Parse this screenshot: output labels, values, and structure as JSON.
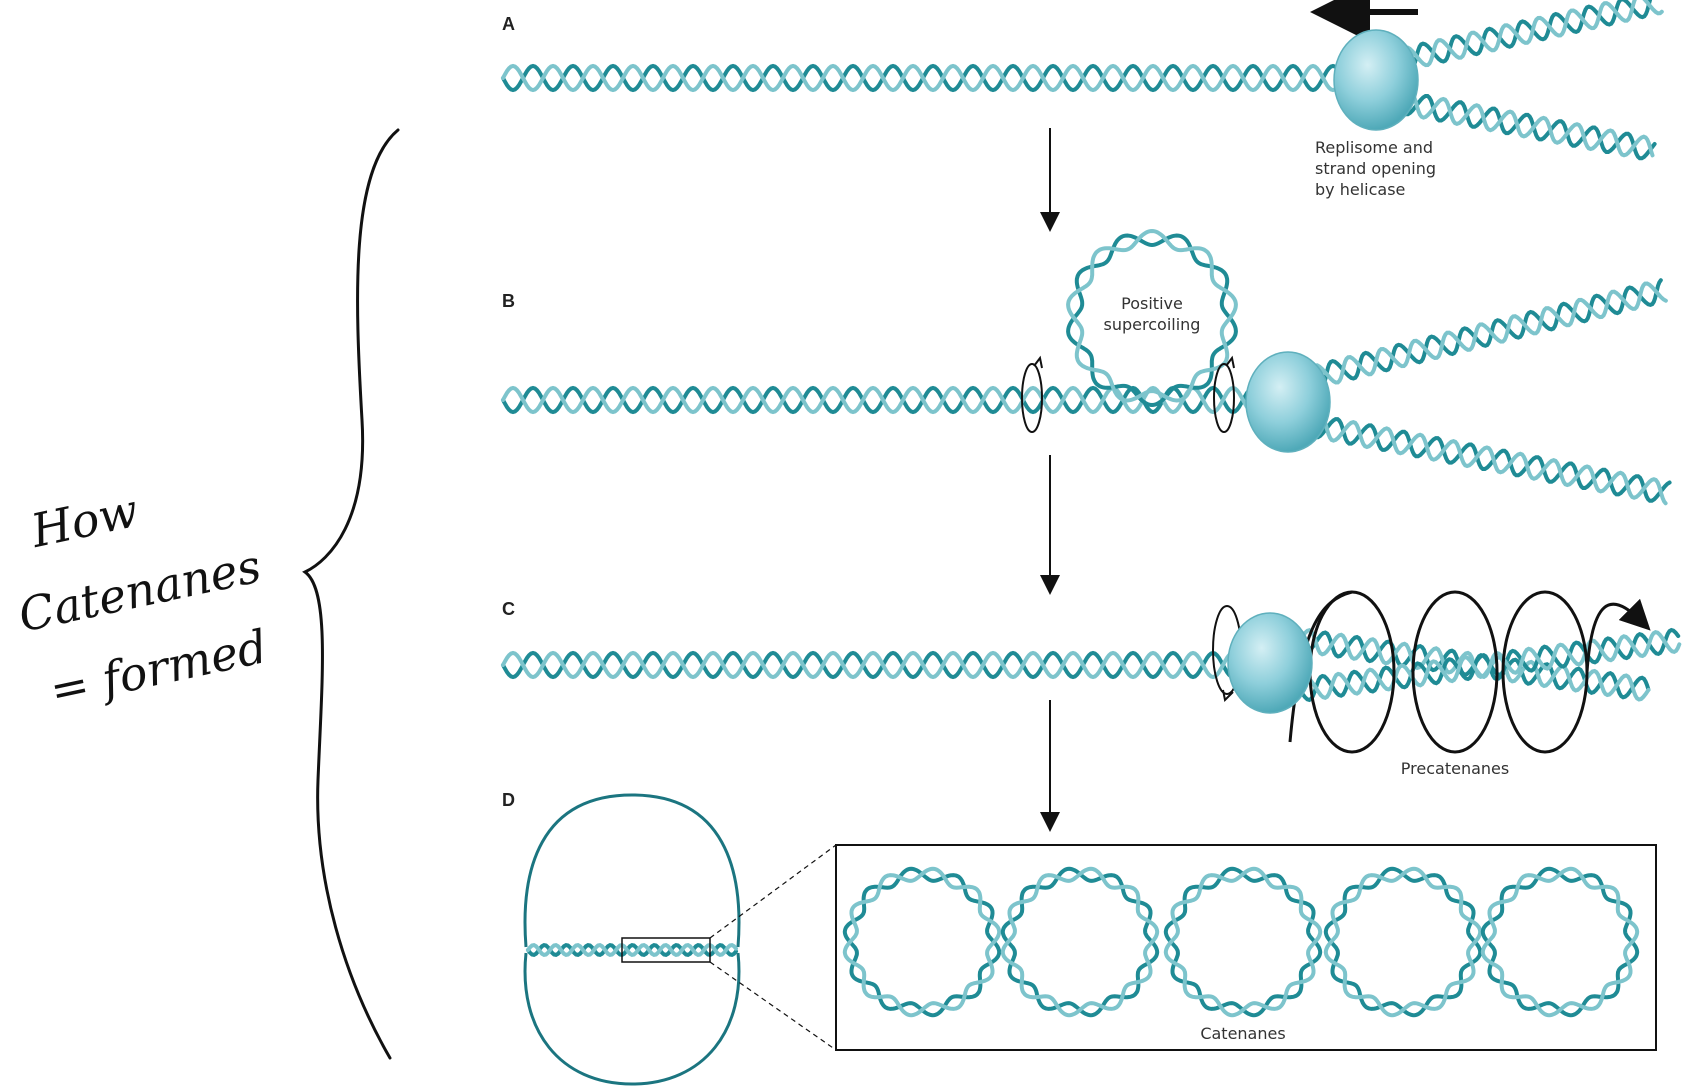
{
  "panels": {
    "a": {
      "label": "A",
      "caption_lines": [
        "Replisome and",
        "strand opening",
        "by helicase"
      ]
    },
    "b": {
      "label": "B",
      "caption_lines": [
        "Positive",
        "supercoiling"
      ]
    },
    "c": {
      "label": "C",
      "caption": "Precatenanes"
    },
    "d": {
      "label": "D",
      "caption": "Catenanes"
    }
  },
  "handwritten_note": [
    "How",
    "Catenanes",
    "= formed"
  ],
  "colors": {
    "strand_dark": "#1f8b95",
    "strand_light": "#7dc4cc",
    "replisome": "#8ecfdb",
    "outline": "#1a1a1a",
    "plasmid": "#1b7580"
  }
}
